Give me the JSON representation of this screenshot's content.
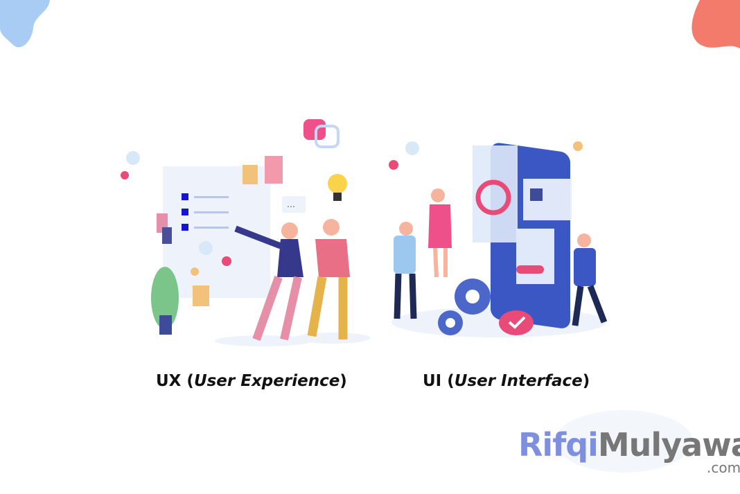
{
  "captions": {
    "ux_prefix": "UX (",
    "ux_italic": "User Experience",
    "ux_suffix": ")",
    "ui_prefix": "UI (",
    "ui_italic": "User Interface",
    "ui_suffix": ")"
  },
  "watermark": {
    "part1": "Rifqi",
    "part2": "Mulyawan",
    "domain": ".com"
  },
  "colors": {
    "blob_left": "#a9ccf4",
    "blob_right": "#f27b6c",
    "accent_pink": "#e94b78",
    "accent_blue": "#3a57c4"
  }
}
